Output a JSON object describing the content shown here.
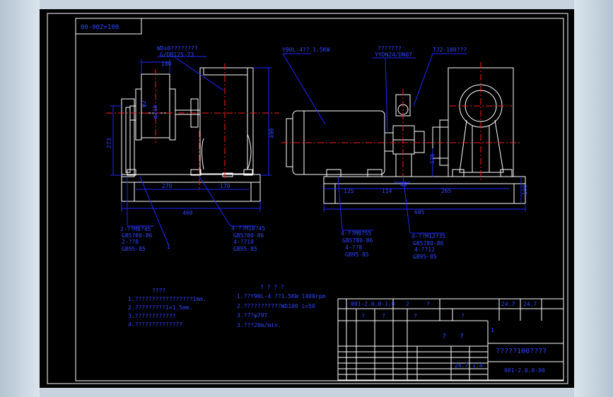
{
  "colors": {
    "line": "#1e28ff",
    "border": "#ffffff",
    "center": "#ff1a1a",
    "text": "#2f46ff"
  },
  "scale_box": "00-00Z=100",
  "left_view": {
    "top_note_1": "WDs0????????",
    "top_note_2": "G/DB125-73",
    "dim_top": "180",
    "dim_d1": "φ2",
    "dim_d2": "φ210",
    "dim_height_left": "273",
    "dim_height_right": "490",
    "dim_base_1": "270",
    "dim_base_2": "170",
    "dim_base_total": "460",
    "bolt1_l1": "2-??M8?45",
    "bolt1_l2": "GB5780-86",
    "bolt1_l3": "2-??8",
    "bolt1_l4": "GB95-85",
    "bolt2_l1": "4-??M10?45",
    "bolt2_l2": "GB5780-86",
    "bolt2_l3": "4-??10",
    "bolt2_l4": "GB95-85",
    "item_1": "1"
  },
  "right_view": {
    "motor_label": "Y90L-4?? 1.5KW",
    "coupling_l1": "???????",
    "coupling_l2": "YYDN24/DN07",
    "reducer_label": "TJ2-100???",
    "dim_vert": "170",
    "dim_inner": "40",
    "dim_125": "125",
    "dim_114": "114",
    "dim_265": "265",
    "dim_total": "605",
    "dim_height": "100",
    "bolt1_l1": "4-??M8?55",
    "bolt1_l2": "GB5780-86",
    "bolt1_l3": "4-??8",
    "bolt1_l4": "GB95-85",
    "bolt2_l1": "4-??M12?35",
    "bolt2_l2": "GB5780-86",
    "bolt2_l3": "4-??12",
    "bolt2_l4": "GB95-85"
  },
  "notes_left": {
    "title": "????",
    "lines": [
      "1.?????????????????1mm.",
      "2.?????????1=1.5mm.",
      "3.????????????",
      "4.??????????????"
    ]
  },
  "notes_right": {
    "title": "? ? ? ?",
    "lines": [
      "1.??Y90L-4 ??1.5KW   1400rpm",
      "2.???????????WD100  i=50",
      "3.???φ797",
      "3.???20m/min."
    ]
  },
  "title_block": {
    "part_no": "001-2.0.0-1.0",
    "num_2": "2",
    "val_247a": "24.7",
    "val_247b": "24.7",
    "val_247c": "24.7",
    "ratio": "1:4",
    "center_a": "?",
    "center_b": "?",
    "drawing_name": "?????100????",
    "drawing_no": "001-2.0.0-00",
    "sheet_no": "1",
    "q": "?"
  }
}
